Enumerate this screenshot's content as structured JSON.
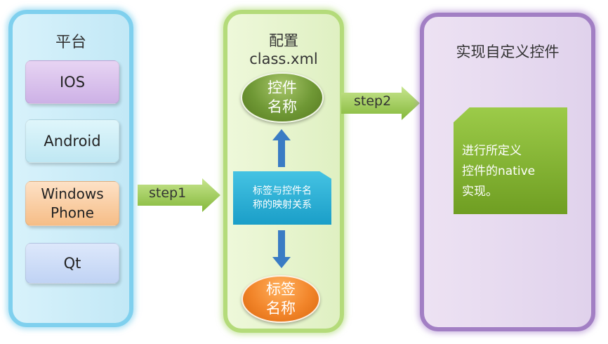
{
  "platform": {
    "title": "平台",
    "items": [
      "IOS",
      "Android",
      "Windows\nPhone",
      "Qt"
    ]
  },
  "config": {
    "title": "配置",
    "file": "class.xml",
    "control_name": "控件\n名称",
    "mapping": "标签与控件名\n称的映射关系",
    "tag_name": "标签\n名称"
  },
  "implementation": {
    "title": "实现自定义控件",
    "description": "进行所定义\n控件的native\n实现。"
  },
  "steps": {
    "step1": "step1",
    "step2": "step2"
  },
  "colors": {
    "platform_border": "#7fd0ee",
    "config_border": "#b4db7a",
    "impl_border": "#a27fc4",
    "step_arrow": "#8fc43e",
    "blue_arrow": "#3a7cc4"
  }
}
